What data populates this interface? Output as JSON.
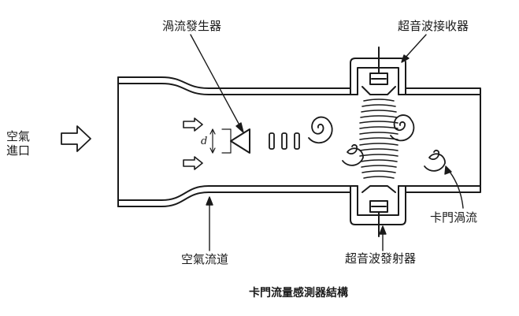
{
  "labels": {
    "vortex_generator": "渦流發生器",
    "ultrasonic_receiver": "超音波接收器",
    "air_inlet_line1": "空氣",
    "air_inlet_line2": "進口",
    "karman_vortex": "卡門渦流",
    "air_channel": "空氣流道",
    "ultrasonic_transmitter": "超音波發射器",
    "dimension_d": "d"
  },
  "caption": "卡門流量感測器結構",
  "colors": {
    "ink": "#1a1a1a",
    "background": "#ffffff"
  }
}
